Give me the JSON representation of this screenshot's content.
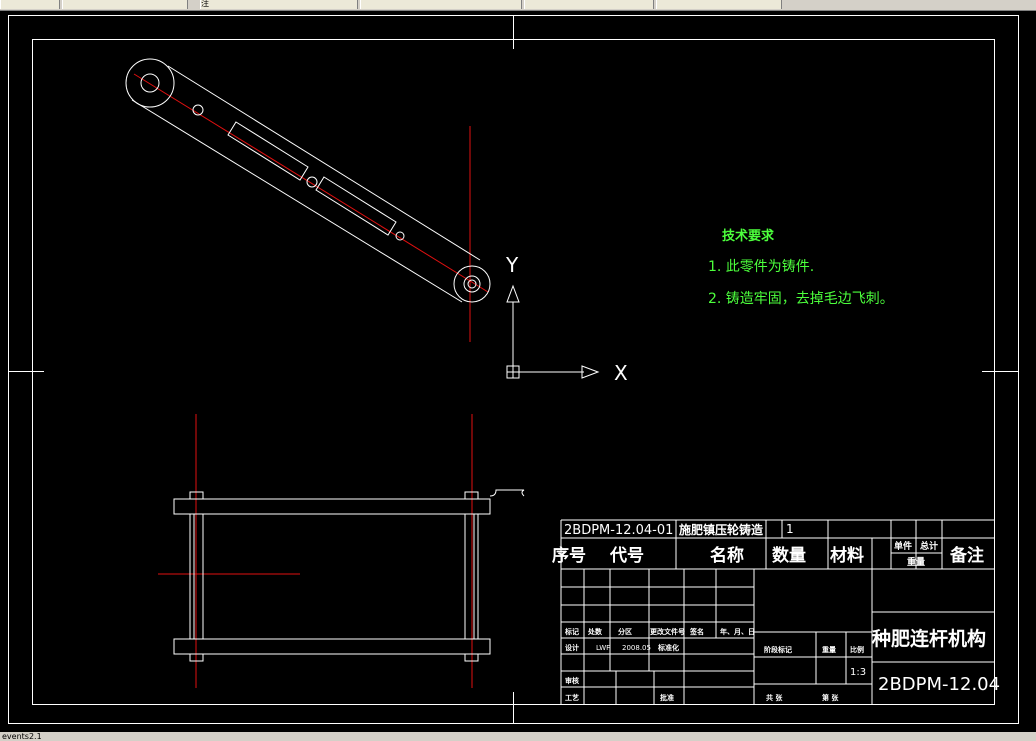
{
  "toolbar": {
    "tabs": [
      "",
      "",
      "注",
      "",
      "",
      ""
    ]
  },
  "status": {
    "text": "events2.1"
  },
  "notes": {
    "title": "技术要求",
    "items": [
      "1. 此零件为铸件.",
      "2. 铸造牢固，去掉毛边飞刺。"
    ]
  },
  "ucs": {
    "x": "X",
    "y": "Y"
  },
  "bom": {
    "code": "2BDPM-12.04-01",
    "name": "施肥镇压轮铸造",
    "qty": "1",
    "headers": [
      "序号",
      "代号",
      "名称",
      "数量",
      "材料"
    ],
    "single": "单件",
    "total": "总计",
    "weight": "重量",
    "remark": "备注"
  },
  "title_block": {
    "part_name": "种肥连杆机构",
    "drawing_no": "2BDPM-12.04",
    "scale": "1:3",
    "row_labels": [
      "标记",
      "处数",
      "分区",
      "更改文件号",
      "签名",
      "年、月、日"
    ],
    "design": "设计",
    "designer": "LWF",
    "date": "2008.05",
    "std": "标准化",
    "check": "审核",
    "process": "工艺",
    "approve": "批准",
    "stage": "阶段标记",
    "mass": "重量",
    "scale_label": "比例",
    "sheets": "共   张",
    "sheet": "第   张"
  }
}
